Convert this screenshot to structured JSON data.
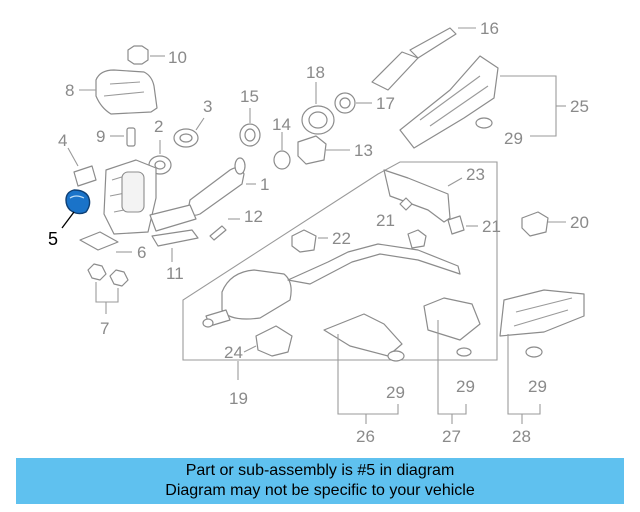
{
  "labels": {
    "c1": "1",
    "c2": "2",
    "c3": "3",
    "c4": "4",
    "c5": "5",
    "c6": "6",
    "c7": "7",
    "c8": "8",
    "c9": "9",
    "c10": "10",
    "c11": "11",
    "c12": "12",
    "c13": "13",
    "c14": "14",
    "c15": "15",
    "c16": "16",
    "c17": "17",
    "c18": "18",
    "c19": "19",
    "c20": "20",
    "c21a": "21",
    "c21b": "21",
    "c22": "22",
    "c23": "23",
    "c24": "24",
    "c25": "25",
    "c26": "26",
    "c27": "27",
    "c28": "28",
    "c29a": "29",
    "c29b": "29",
    "c29c": "29",
    "c29d": "29"
  },
  "banner": {
    "line1": "Part or sub-assembly is #5 in diagram",
    "line2": "Diagram may not be specific to your vehicle"
  },
  "colors": {
    "banner_bg": "#5fc1ef",
    "highlight_part": "#1a73c9"
  }
}
